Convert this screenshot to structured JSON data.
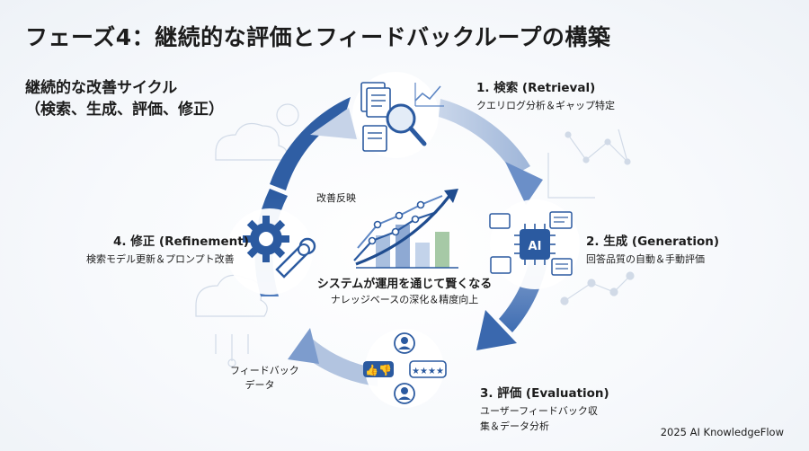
{
  "title": "フェーズ4：継続的な評価とフィードバックループの構築",
  "subtitle": {
    "line1": "継続的な改善サイクル",
    "line2": "（検索、生成、評価、修正）"
  },
  "phases": {
    "retrieval": {
      "title": "1. 検索 (Retrieval)",
      "desc": "クエリログ分析＆ギャップ特定"
    },
    "generation": {
      "title": "2. 生成 (Generation)",
      "desc": "回答品質の自動＆手動評価"
    },
    "evaluation": {
      "title": "3. 評価 (Evaluation)",
      "desc1": "ユーザーフィードバック収",
      "desc2": "集＆データ分析"
    },
    "refinement": {
      "title": "4. 修正 (Refinement)",
      "desc": "検索モデル更新＆プロンプト改善"
    }
  },
  "arrow_labels": {
    "improvement": "改善反映",
    "feedback1": "フィードバック",
    "feedback2": "データ"
  },
  "center": {
    "main": "システムが運用を通じて賢くなる",
    "sub": "ナレッジベースの深化＆精度向上",
    "icon": "growth-chart-icon"
  },
  "icons": {
    "retrieval": "document-search-icon",
    "generation": "ai-chip-icon",
    "evaluation": "user-feedback-icon",
    "refinement": "gear-wrench-icon"
  },
  "ai_chip_label": "AI",
  "footer": "2025 AI KnowledgeFlow",
  "colors": {
    "dark_blue": "#2b5aa0",
    "mid_blue": "#5d86c4",
    "light_blue": "#a9bfdf",
    "text": "#1c1c1c"
  }
}
